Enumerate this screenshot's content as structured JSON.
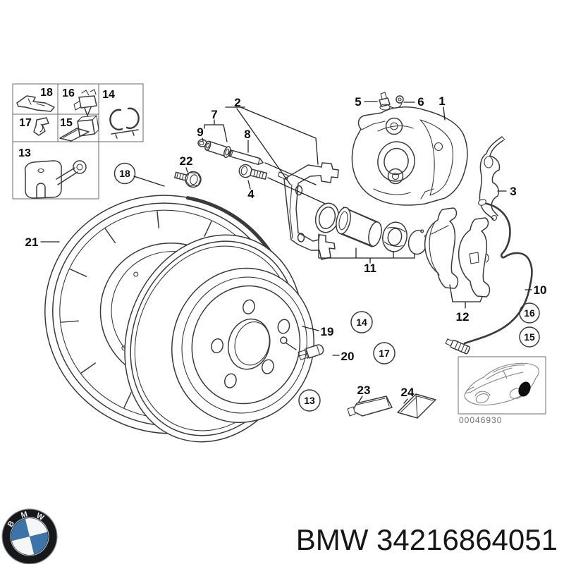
{
  "diagram": {
    "labels": {
      "l1": "1",
      "l2": "2",
      "l3": "3",
      "l4": "4",
      "l5": "5",
      "l6": "6",
      "l7": "7",
      "l8": "8",
      "l9": "9",
      "l10": "10",
      "l11": "11",
      "l12": "12",
      "l19": "19",
      "l20": "20",
      "l21": "21",
      "l22": "22",
      "l23": "23",
      "l24": "24"
    },
    "inset_labels": {
      "n18": "18",
      "n16": "16",
      "n14": "14",
      "n17": "17",
      "n15": "15",
      "n13": "13"
    },
    "circled_labels": {
      "c18": "18",
      "c14": "14",
      "c17": "17",
      "c13": "13",
      "c16": "16",
      "c15": "15"
    },
    "thumbnail_code": "00046930"
  },
  "footer": {
    "part_text": "BMW 34216864051",
    "logo_letters": [
      "B",
      "M",
      "W"
    ]
  },
  "colors": {
    "line": "#3a3a3a",
    "label": "#0c0c0c",
    "logo_black": "#16181b",
    "logo_blue": "#3c73a8",
    "logo_white": "#f4f6f8",
    "code_gray": "#6f6f6f"
  }
}
